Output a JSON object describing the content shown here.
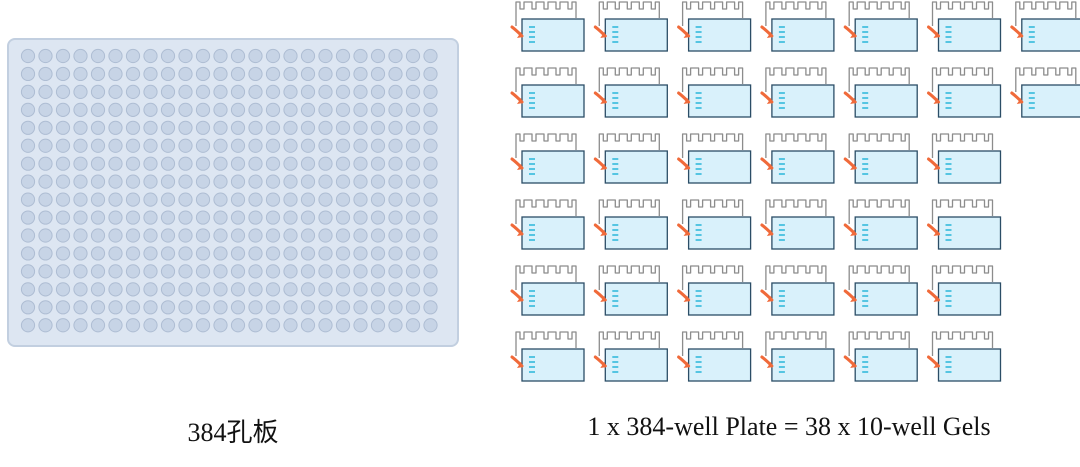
{
  "plate": {
    "caption": "384孔板",
    "rows": 16,
    "cols": 24,
    "colors": {
      "body": "#dde6f2",
      "border": "#c2cfe0",
      "well_fill": "#c7d4e6",
      "well_stroke": "#aebdd3"
    }
  },
  "gels": {
    "caption": "1 x 384-well Plate = 38 x 10-well Gels",
    "rows": [
      7,
      7,
      6,
      6,
      6,
      6
    ],
    "colors": {
      "gel_fill": "#d9f1fb",
      "gel_stroke": "#2b4d66",
      "comb": "#8c8c8c",
      "lanes": "#29b6d9",
      "arrow": "#f06a3a"
    }
  }
}
